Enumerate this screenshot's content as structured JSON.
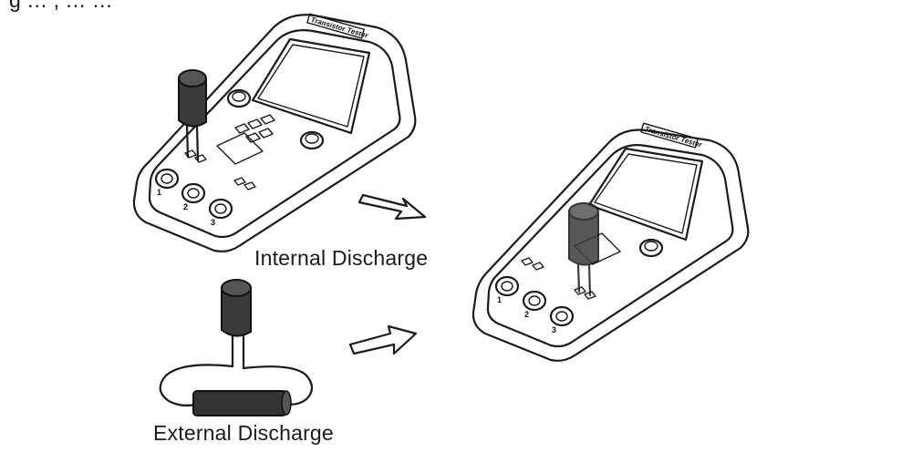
{
  "labels": {
    "internal": "Internal Discharge",
    "external": "External Discharge"
  },
  "device_plate": "Transistor Tester",
  "terminals": [
    "1",
    "2",
    "3"
  ],
  "colors": {
    "stroke": "#1a1a1a",
    "capacitor_body": "#3a3a3a",
    "background": "#ffffff"
  },
  "icons": [
    "arrow-right-icon",
    "capacitor-icon",
    "tester-device-icon"
  ]
}
